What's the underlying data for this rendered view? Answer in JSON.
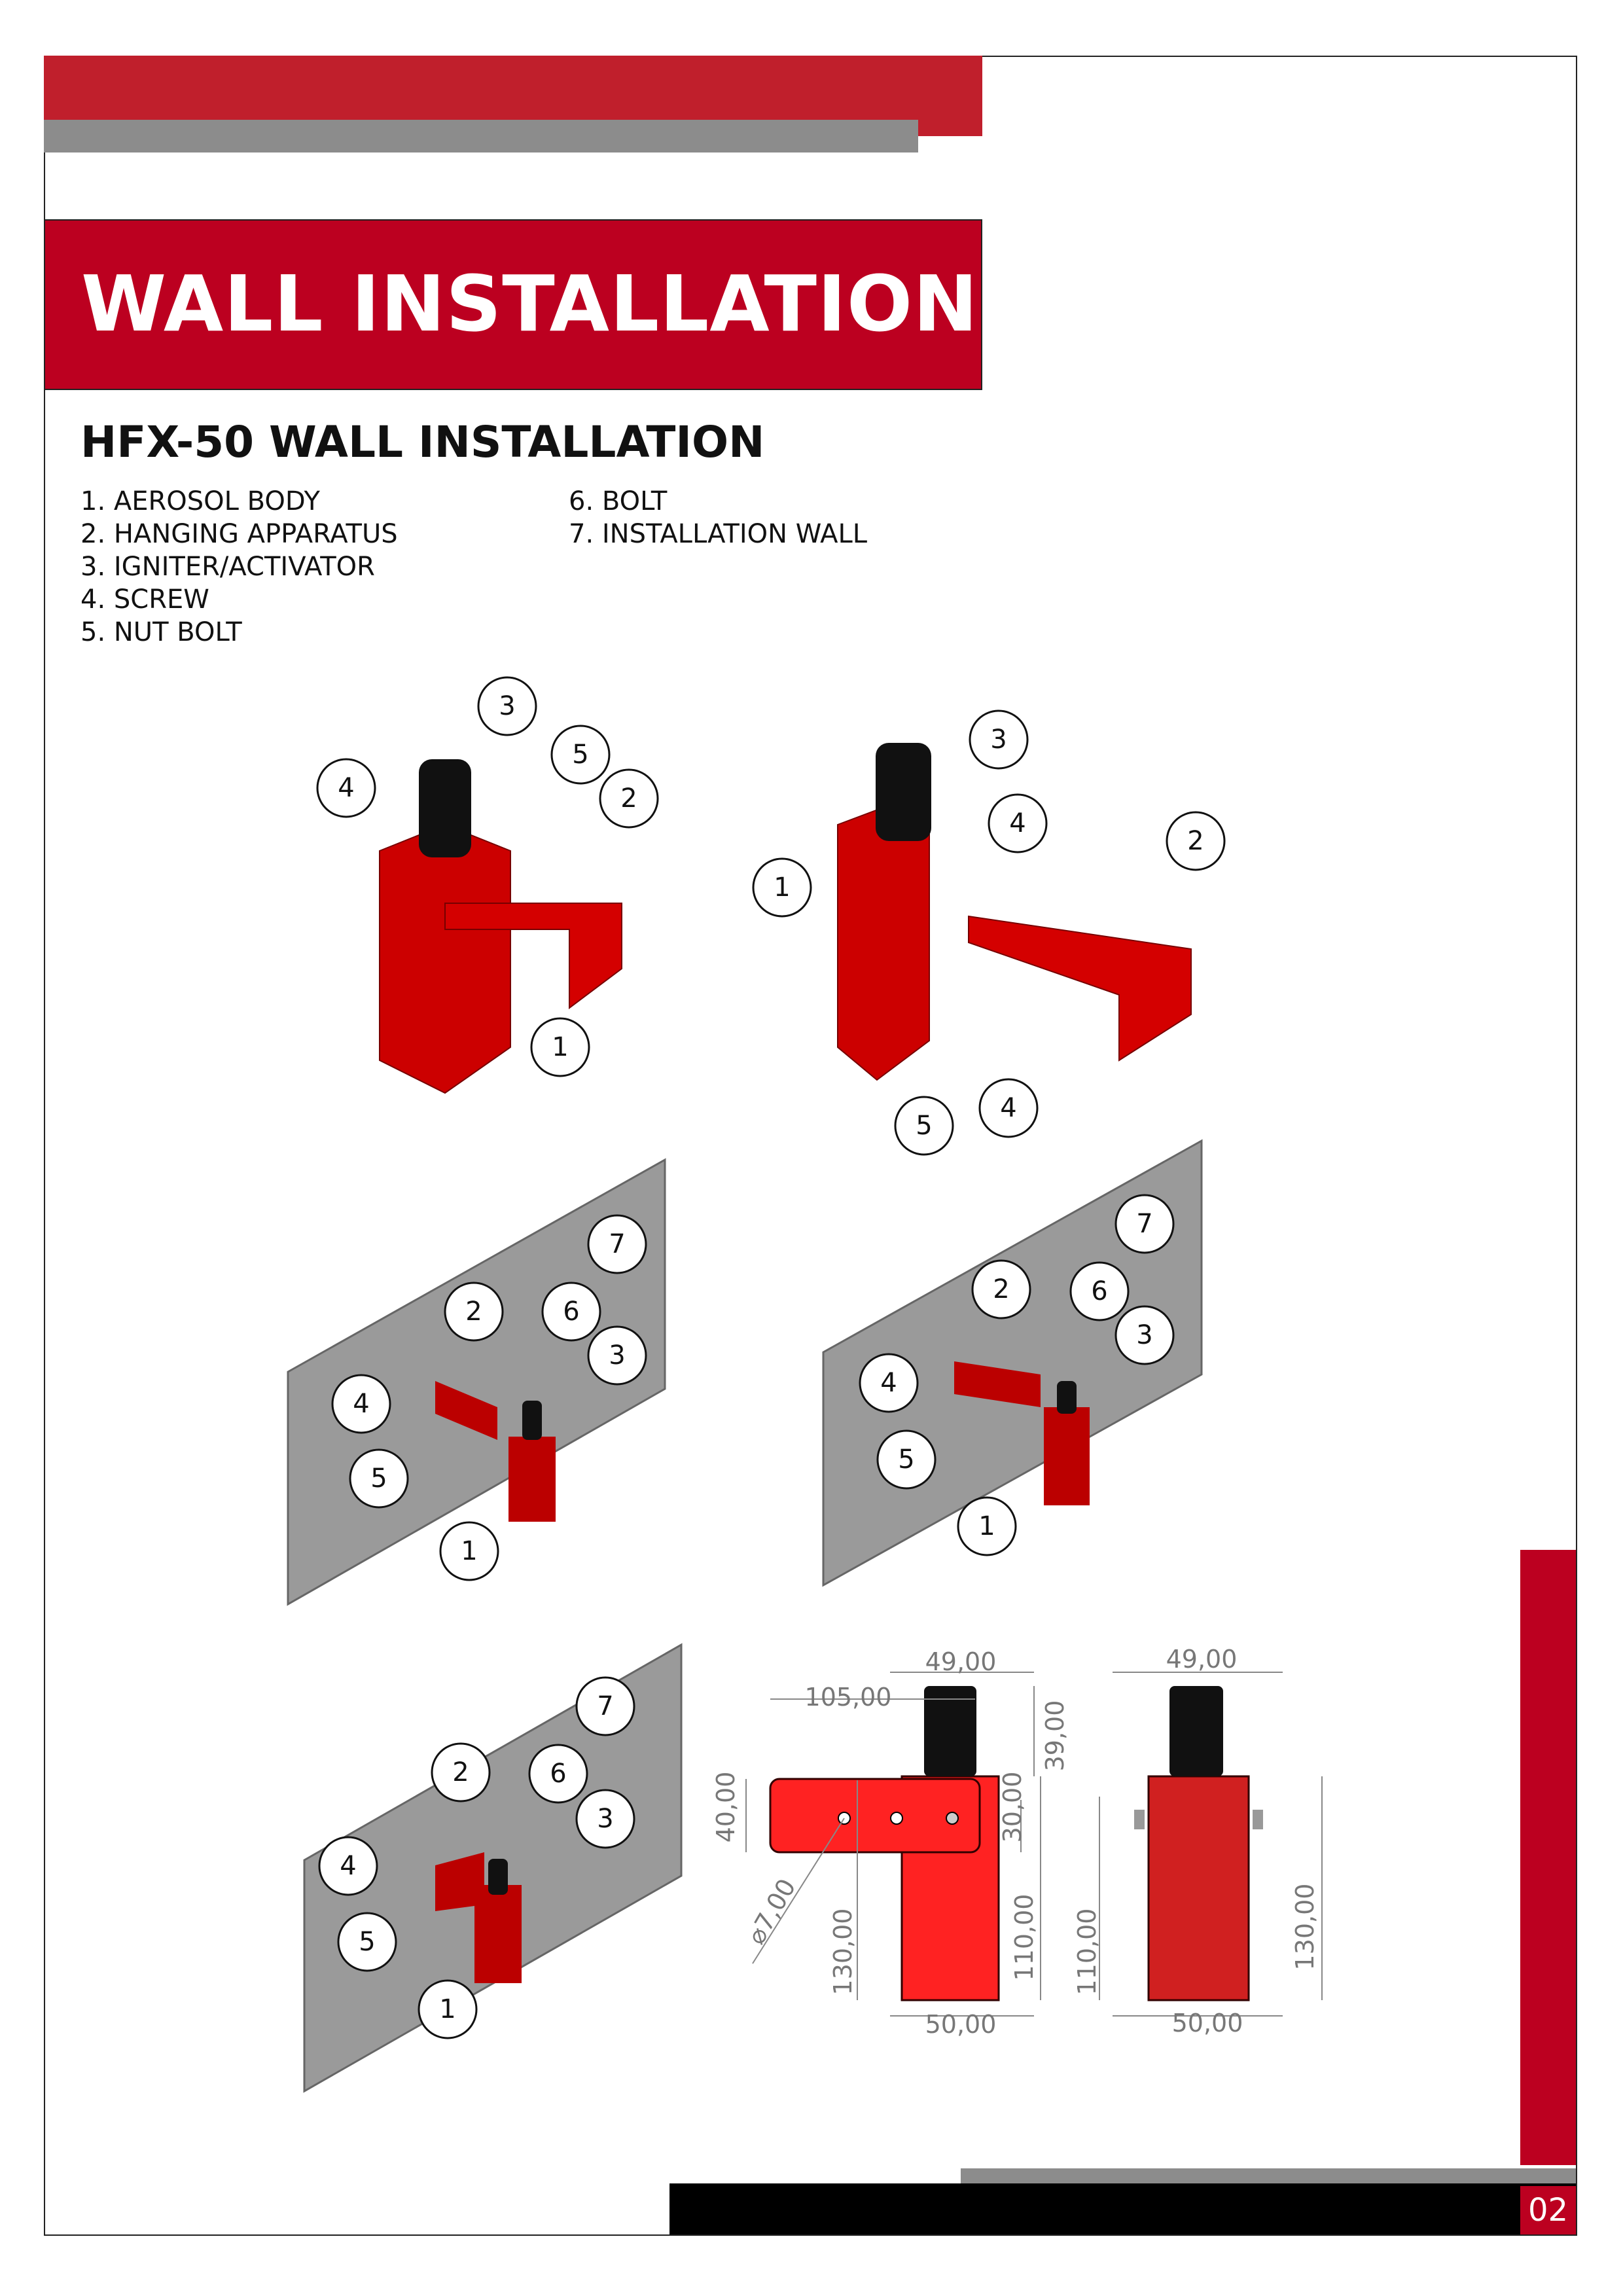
{
  "header": {
    "title": "WALL INSTALLATION"
  },
  "section": {
    "title": "HFX-50 WALL INSTALLATION",
    "parts_col1": [
      "1. AEROSOL BODY",
      "2. HANGING APPARATUS",
      "3. IGNITER/ACTIVATOR",
      "4. SCREW",
      "5. NUT BOLT"
    ],
    "parts_col2": [
      "6. BOLT",
      "7. INSTALLATION WALL"
    ]
  },
  "callouts": {
    "n1": "1",
    "n2": "2",
    "n3": "3",
    "n4": "4",
    "n5": "5",
    "n6": "6",
    "n7": "7"
  },
  "dimensions": {
    "front": {
      "width_top": "49,00",
      "bracket_length": "105,00",
      "igniter_height": "39,00",
      "bracket_height": "40,00",
      "hole_spacing": "30,00",
      "hole_diameter": "⌀7,00",
      "total_height": "130,00",
      "body_height": "110,00",
      "width_bottom": "50,00"
    },
    "side": {
      "width_top": "49,00",
      "body_height": "110,00",
      "total_height": "130,00",
      "width_bottom": "50,00"
    }
  },
  "footer": {
    "page_number": "02"
  },
  "colors": {
    "brand_red": "#bc0020",
    "grey": "#8c8c8c"
  }
}
